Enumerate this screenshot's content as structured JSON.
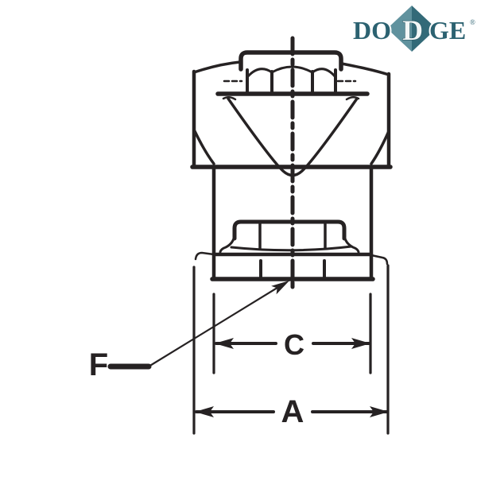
{
  "page": {
    "background_color": "#ffffff",
    "description_labels": [
      "A",
      "C",
      "F"
    ]
  },
  "logo": {
    "brand": "DODGE",
    "left_letters": "DO",
    "diamond_letter": "D",
    "right_letters": "GE",
    "registered_mark": "®",
    "colors": {
      "letter_teal": "#2c6271",
      "diamond_light": "#60929e",
      "diamond_dark": "#336a78"
    }
  },
  "drawing": {
    "type": "technical-dimension-diagram",
    "line_color": "#262223",
    "labels": {
      "a": "A",
      "c": "C",
      "f": "F"
    }
  }
}
